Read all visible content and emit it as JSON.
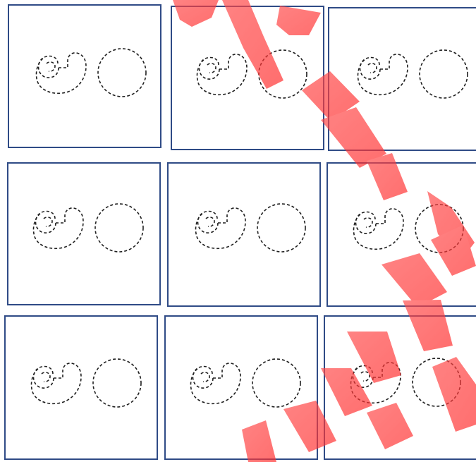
{
  "worksheet": {
    "items": [
      {
        "motif": "spiral-and-circle"
      },
      {
        "motif": "spiral-and-circle"
      },
      {
        "motif": "spiral-and-circle"
      },
      {
        "motif": "spiral-and-circle"
      },
      {
        "motif": "spiral-and-circle"
      },
      {
        "motif": "spiral-and-circle"
      },
      {
        "motif": "spiral-and-circle"
      },
      {
        "motif": "spiral-and-circle"
      },
      {
        "motif": "spiral-and-circle"
      }
    ]
  },
  "colors": {
    "frame": "#2f4b86",
    "dash": "#1f1f1f",
    "watermark": "#ff3b3b"
  },
  "watermark": {
    "style": "diagonal-red-lettering"
  }
}
